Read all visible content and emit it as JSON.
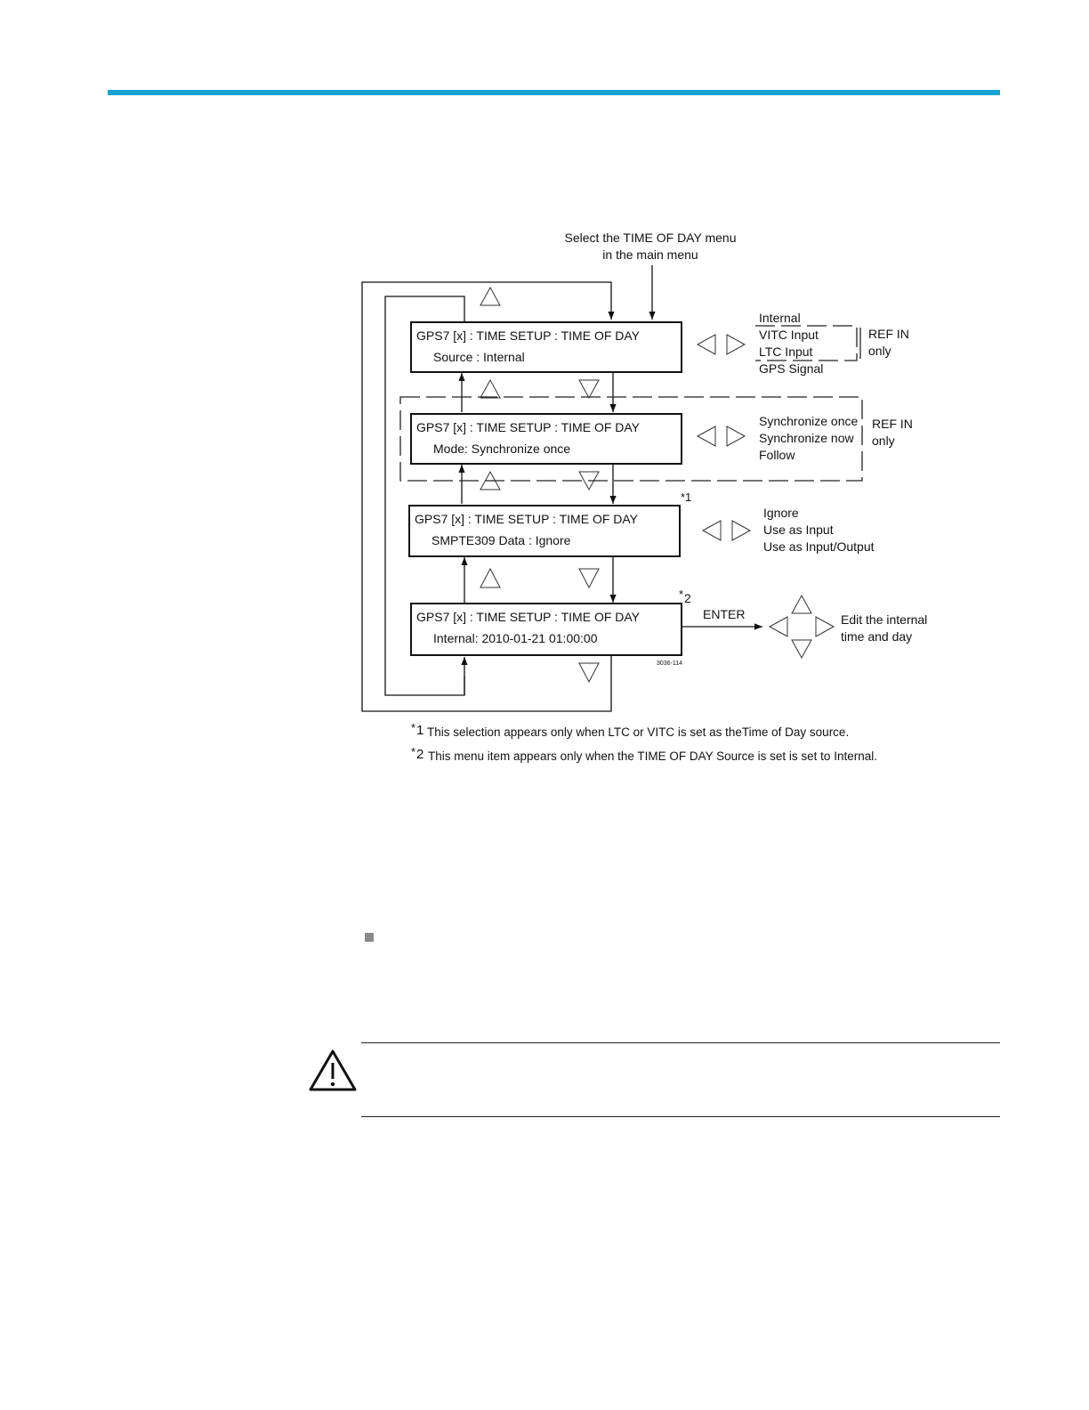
{
  "entry_label_line1": "Select the TIME OF DAY menu",
  "entry_label_line2": "in the main menu",
  "menu_title": "GPS7 [x] : TIME SETUP : TIME OF DAY",
  "screens": [
    {
      "line2": "Source : Internal"
    },
    {
      "line2": "Mode: Synchronize once"
    },
    {
      "line2": "SMPTE309 Data : Ignore"
    },
    {
      "line2": "Internal: 2010-01-21 01:00:00"
    }
  ],
  "source_options": [
    "Internal",
    "VITC Input",
    "LTC Input",
    "GPS Signal"
  ],
  "mode_options": [
    "Synchronize once",
    "Synchronize now",
    "Follow"
  ],
  "smpte_options": [
    "Ignore",
    "Use as Input",
    "Use as Input/Output"
  ],
  "ref_in_1": "REF IN",
  "only_1": "only",
  "ref_in_2": "REF IN",
  "only_2": "only",
  "marker_1": "*1",
  "marker_2_star": "*",
  "marker_2_num": "2",
  "enter_label": "ENTER",
  "edit_line1": "Edit the internal",
  "edit_line2": "time and day",
  "figure_id": "3036-114",
  "footnote_1_star": "*",
  "footnote_1_num": "1",
  "footnote_1_text": "This selection appears only when LTC or VITC is set as theTime of Day source.",
  "footnote_2_star": "*",
  "footnote_2_num": "2",
  "footnote_2_text": "This menu item appears only when the TIME OF DAY Source is set is set to Internal."
}
